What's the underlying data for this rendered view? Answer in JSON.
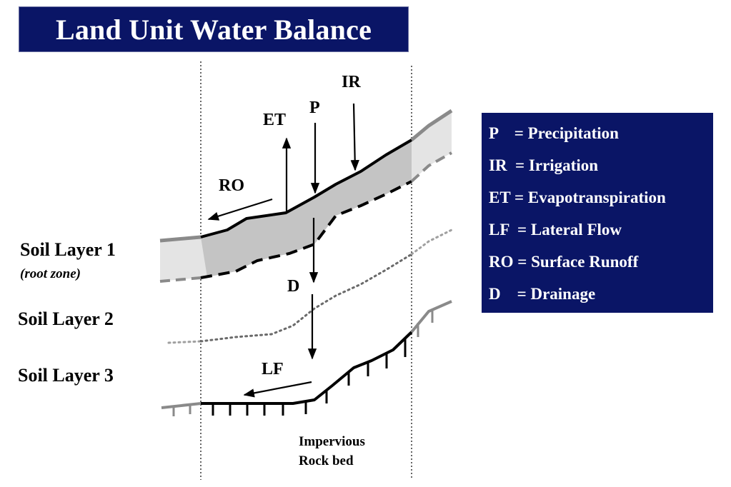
{
  "title": "Land Unit Water Balance",
  "legend": [
    {
      "abbr": "P",
      "text": "P    = Precipitation"
    },
    {
      "abbr": "IR",
      "text": "IR  = Irrigation"
    },
    {
      "abbr": "ET",
      "text": "ET = Evapotranspiration"
    },
    {
      "abbr": "LF",
      "text": "LF  = Lateral Flow"
    },
    {
      "abbr": "RO",
      "text": "RO = Surface Runoff"
    },
    {
      "abbr": "D",
      "text": "D    = Drainage"
    }
  ],
  "layers": {
    "layer1": "Soil Layer 1",
    "layer1_note": "(root zone)",
    "layer2": "Soil Layer 2",
    "layer3": "Soil Layer 3"
  },
  "fluxes": {
    "ir": "IR",
    "p": "P",
    "et": "ET",
    "ro": "RO",
    "d": "D",
    "lf": "LF"
  },
  "rock": {
    "line1": "Impervious",
    "line2": "Rock bed"
  },
  "colors": {
    "banner": "#0a1566",
    "root_zone_fill_light": "#e4e4e4",
    "root_zone_fill_dark": "#c4c4c4",
    "gray_line": "#8a8a8a"
  }
}
